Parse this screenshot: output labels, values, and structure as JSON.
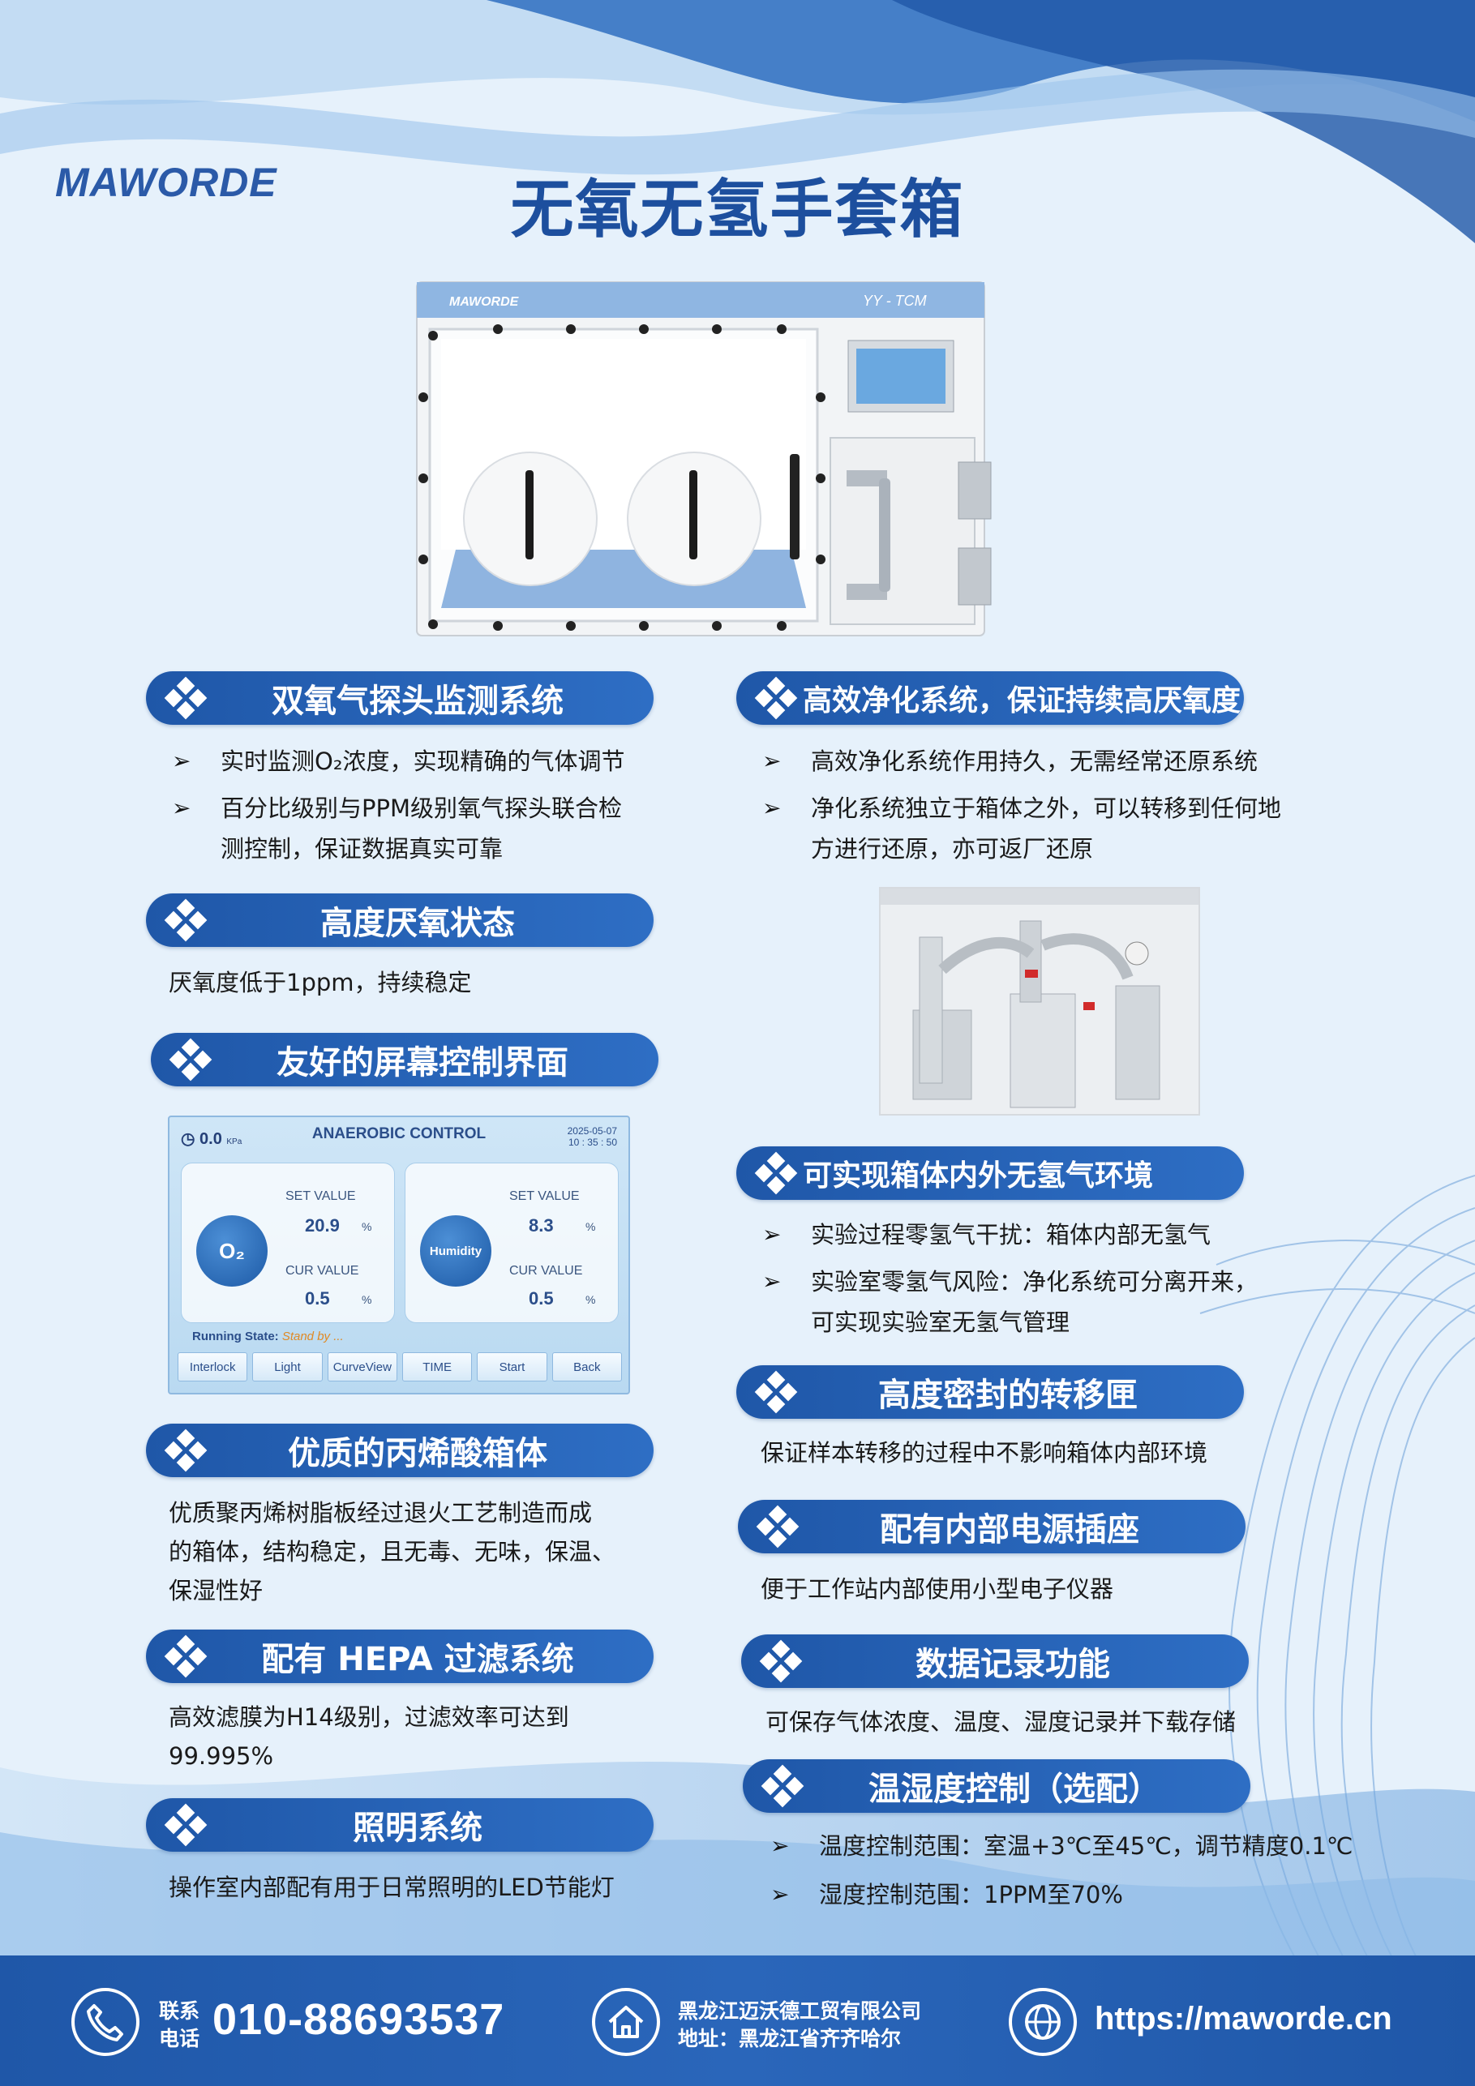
{
  "brand": "MAWORDE",
  "title": "无氧无氢手套箱",
  "device": {
    "logo": "MAWORDE",
    "model": "YY - TCM"
  },
  "sections": {
    "dual_probe": {
      "heading": "双氧气探头监测系统",
      "bullets": [
        "实时监测O₂浓度，实现精确的气体调节",
        "百分比级别与PPM级别氧气探头联合检",
        "测控制，保证数据真实可靠"
      ]
    },
    "anaerobic": {
      "heading": "高度厌氧状态",
      "text": "厌氧度低于1ppm，持续稳定"
    },
    "screen": {
      "heading": "友好的屏幕控制界面"
    },
    "acrylic": {
      "heading": "优质的丙烯酸箱体",
      "lines": [
        "优质聚丙烯树脂板经过退火工艺制造而成",
        "的箱体，结构稳定，且无毒、无味，保温、",
        "保湿性好"
      ]
    },
    "hepa": {
      "heading": "配有 HEPA 过滤系统",
      "lines": [
        "高效滤膜为H14级别，过滤效率可达到",
        "99.995%"
      ]
    },
    "lighting": {
      "heading": "照明系统",
      "text": "操作室内部配有用于日常照明的LED节能灯"
    },
    "purify": {
      "heading": "高效净化系统，保证持续高厌氧度",
      "bullets": [
        "高效净化系统作用持久，无需经常还原系统",
        "净化系统独立于箱体之外，可以转移到任何地",
        "方进行还原，亦可返厂还原"
      ]
    },
    "no_hydrogen": {
      "heading": "可实现箱体内外无氢气环境",
      "bullets": [
        "实验过程零氢气干扰：箱体内部无氢气",
        "实验室零氢气风险：净化系统可分离开来，",
        "可实现实验室无氢气管理"
      ]
    },
    "transfer": {
      "heading": "高度密封的转移匣",
      "text": "保证样本转移的过程中不影响箱体内部环境"
    },
    "power": {
      "heading": "配有内部电源插座",
      "text": "便于工作站内部使用小型电子仪器"
    },
    "record": {
      "heading": "数据记录功能",
      "text": "可保存气体浓度、温度、湿度记录并下载存储"
    },
    "temp": {
      "heading": "温湿度控制（选配）",
      "bullets": [
        "温度控制范围：室温+3℃至45℃，调节精度0.1℃",
        "湿度控制范围：1PPM至70%"
      ]
    }
  },
  "screen_ui": {
    "pressure": "0.0",
    "pressure_unit": "KPa",
    "title": "ANAEROBIC CONTROL",
    "date": "2025-05-07",
    "time": "10 : 35 : 50",
    "o2": {
      "label": "O₂",
      "set_label": "SET VALUE",
      "set": "20.9",
      "cur_label": "CUR VALUE",
      "cur": "0.5",
      "unit": "%"
    },
    "humidity": {
      "label": "Humidity",
      "set_label": "SET VALUE",
      "set": "8.3",
      "cur_label": "CUR VALUE",
      "cur": "0.5",
      "unit": "%"
    },
    "running_label": "Running State:",
    "running_value": "Stand by ...",
    "buttons": [
      "Interlock",
      "Light",
      "CurveView",
      "TIME",
      "Start",
      "Back"
    ]
  },
  "footer": {
    "phone_label_1": "联系",
    "phone_label_2": "电话",
    "phone": "010-88693537",
    "company": "黑龙江迈沃德工贸有限公司",
    "address": "地址：黑龙江省齐齐哈尔",
    "url": "https://maworde.cn"
  }
}
